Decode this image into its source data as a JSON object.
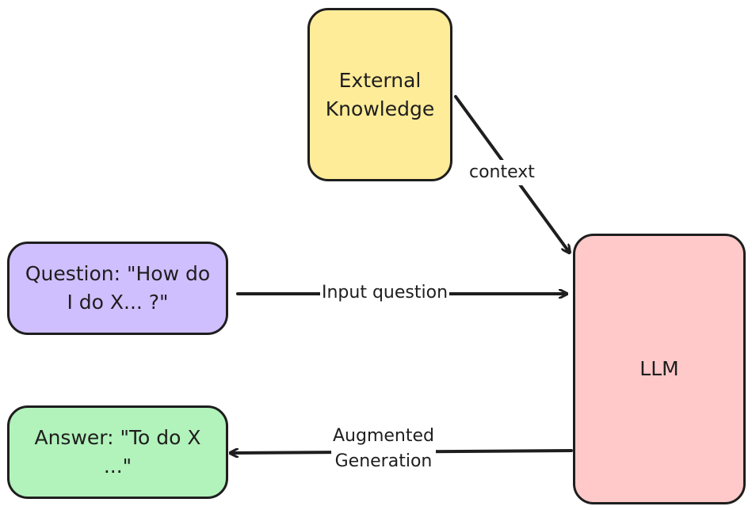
{
  "nodes": {
    "external_knowledge": {
      "lines": [
        "External",
        "Knowledge"
      ],
      "fill": "#ffec99"
    },
    "question": {
      "lines": [
        "Question: \"How do",
        "I do X... ?\""
      ],
      "fill": "#d0bfff"
    },
    "answer": {
      "lines": [
        "Answer: \"To do X",
        "...\""
      ],
      "fill": "#b2f2bb"
    },
    "llm": {
      "label": "LLM",
      "fill": "#ffc9c9"
    }
  },
  "edges": {
    "context": {
      "label": "context"
    },
    "input_question": {
      "label": "Input question"
    },
    "augmented_generation": {
      "lines": [
        "Augmented",
        "Generation"
      ]
    }
  },
  "colors": {
    "stroke": "#1e1e1e",
    "background": "#ffffff"
  }
}
